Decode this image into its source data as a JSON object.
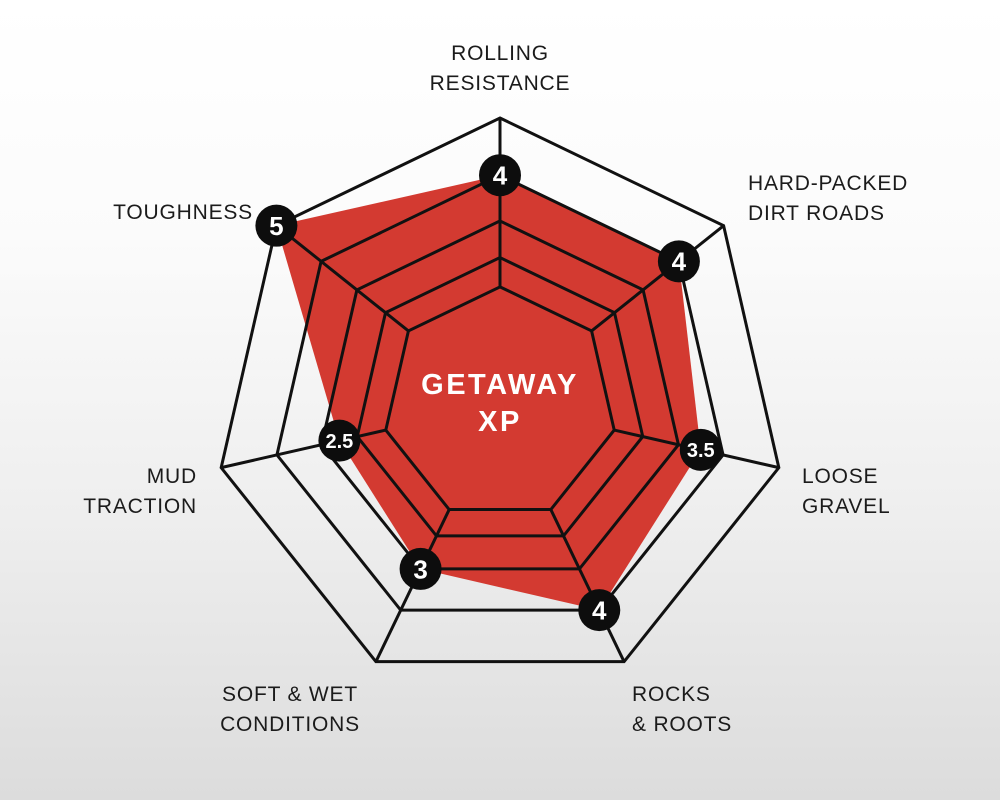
{
  "chart_data": {
    "type": "radar",
    "title": "GETAWAY XP",
    "title_lines": [
      "GETAWAY",
      "XP"
    ],
    "max": 5,
    "ring_values": [
      1,
      2,
      3,
      4,
      5
    ],
    "grid": true,
    "legend": "none",
    "categories": [
      "ROLLING RESISTANCE",
      "HARD-PACKED DIRT ROADS",
      "LOOSE GRAVEL",
      "ROCKS & ROOTS",
      "SOFT & WET CONDITIONS",
      "MUD TRACTION",
      "TOUGHNESS"
    ],
    "values": [
      4,
      4,
      3.5,
      4,
      3,
      2.5,
      5
    ],
    "axes": [
      {
        "id": "rolling-resistance",
        "lines": [
          "ROLLING",
          "RESISTANCE"
        ],
        "value": 4,
        "value_label": "4"
      },
      {
        "id": "hard-packed-dirt-roads",
        "lines": [
          "HARD-PACKED",
          "DIRT ROADS"
        ],
        "value": 4,
        "value_label": "4"
      },
      {
        "id": "loose-gravel",
        "lines": [
          "LOOSE",
          "GRAVEL"
        ],
        "value": 3.5,
        "value_label": "3.5"
      },
      {
        "id": "rocks-roots",
        "lines": [
          "ROCKS",
          "& ROOTS"
        ],
        "value": 4,
        "value_label": "4"
      },
      {
        "id": "soft-wet-conditions",
        "lines": [
          "SOFT & WET",
          "CONDITIONS"
        ],
        "value": 3,
        "value_label": "3"
      },
      {
        "id": "mud-traction",
        "lines": [
          "MUD",
          "TRACTION"
        ],
        "value": 2.5,
        "value_label": "2.5"
      },
      {
        "id": "toughness",
        "lines": [
          "TOUGHNESS"
        ],
        "value": 5,
        "value_label": "5"
      }
    ],
    "colors": {
      "fill": "#d33a31",
      "grid_line": "#111111",
      "marker_bg": "#0d0d0d",
      "marker_text": "#ffffff",
      "axis_label_text": "#1b1b1b",
      "center_title_text": "#ffffff",
      "background_top": "#ffffff",
      "background_bottom": "#dcdcdc"
    }
  }
}
